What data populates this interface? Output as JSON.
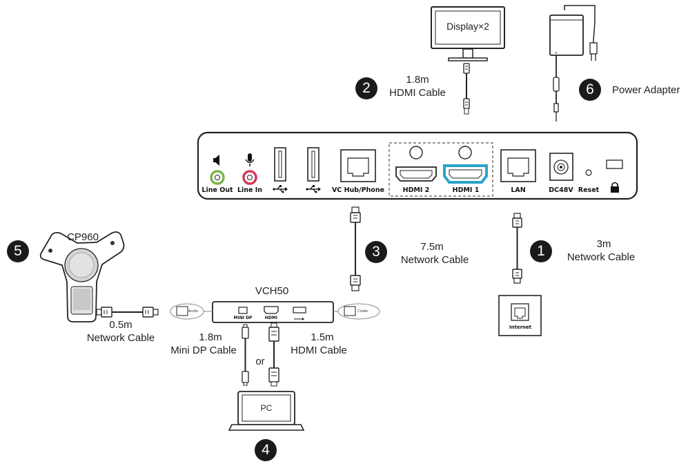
{
  "devices": {
    "display": "Display×2",
    "power_adapter": "Power Adapter",
    "cp960": "CP960",
    "vch50": "VCH50",
    "pc": "PC",
    "internet": "Internet",
    "vch50_audio": "Audio",
    "vch50_codec": "Codec"
  },
  "ports": {
    "line_out": "Line Out",
    "line_in": "Line In",
    "vc_hub_phone": "VC Hub/Phone",
    "hdmi2": "HDMI 2",
    "hdmi1": "HDMI 1",
    "lan": "LAN",
    "dc48v": "DC48V",
    "reset": "Reset"
  },
  "vch50_ports": {
    "mini_dp": "MINI DP",
    "hdmi": "HDMI"
  },
  "steps": [
    {
      "number": "1",
      "length": "3m",
      "cable": "Network Cable"
    },
    {
      "number": "2",
      "length": "1.8m",
      "cable": "HDMI Cable"
    },
    {
      "number": "3",
      "length": "7.5m",
      "cable": "Network Cable"
    },
    {
      "number": "4"
    },
    {
      "number": "5",
      "length": "0.5m",
      "cable": "Network Cable"
    },
    {
      "number": "6",
      "cable": "Power Adapter"
    }
  ],
  "pc_cables": {
    "mini_dp_length": "1.8m",
    "mini_dp_cable": "Mini DP Cable",
    "or": "or",
    "hdmi_length": "1.5m",
    "hdmi_cable": "HDMI Cable"
  },
  "colors": {
    "line_out_ring": "#7ab648",
    "line_in_ring": "#d63a5a",
    "hdmi1_highlight": "#29a3c9",
    "number_badge": "#1a1a1a"
  },
  "icons": [
    "speaker-icon",
    "microphone-icon",
    "usb-icon",
    "lock-icon",
    "ethernet-port-icon",
    "hdmi-port-icon",
    "power-jack-icon"
  ]
}
